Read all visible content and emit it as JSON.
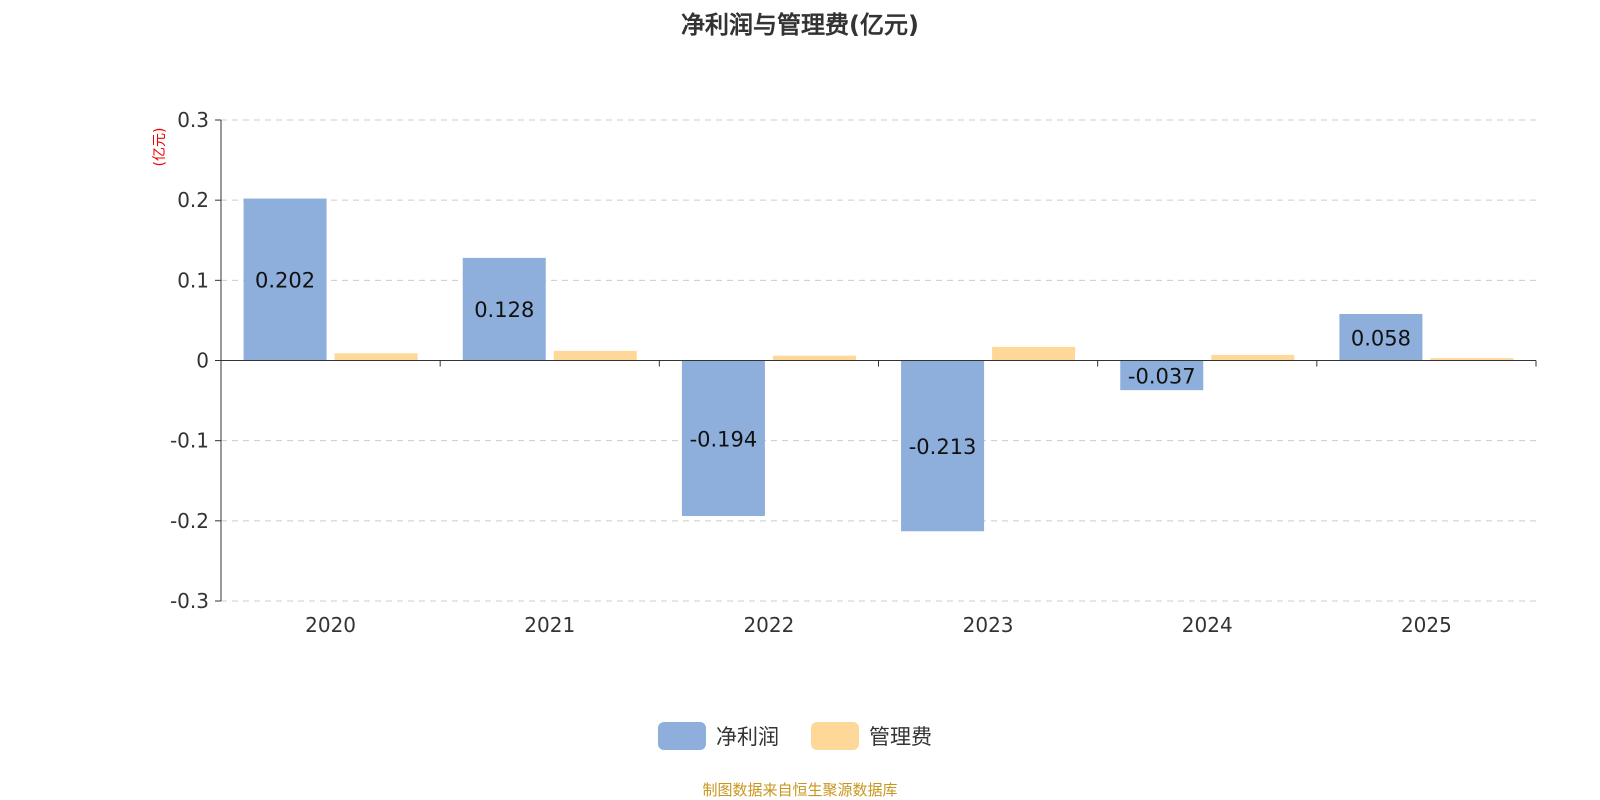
{
  "chart_data": {
    "type": "bar",
    "title": "净利润与管理费(亿元)",
    "ylabel": "(亿元)",
    "xlabel": "",
    "categories": [
      "2020",
      "2021",
      "2022",
      "2023",
      "2024",
      "2025"
    ],
    "series": [
      {
        "name": "净利润",
        "color": "#8eaedb",
        "values": [
          0.202,
          0.128,
          -0.194,
          -0.213,
          -0.037,
          0.058
        ],
        "labels": [
          "0.202",
          "0.128",
          "-0.194",
          "-0.213",
          "-0.037",
          "0.058"
        ]
      },
      {
        "name": "管理费",
        "color": "#fed898",
        "values": [
          0.009,
          0.012,
          0.006,
          0.017,
          0.007,
          0.003
        ]
      }
    ],
    "ylim": [
      -0.3,
      0.3
    ],
    "yticks": [
      0.3,
      0.2,
      0.1,
      0,
      -0.1,
      -0.2,
      -0.3
    ],
    "ytick_labels": [
      "0.3",
      "0.2",
      "0.1",
      "0",
      "-0.1",
      "-0.2",
      "-0.3"
    ],
    "grid": true,
    "legend": "bottom-center"
  },
  "footer": "制图数据来自恒生聚源数据库"
}
